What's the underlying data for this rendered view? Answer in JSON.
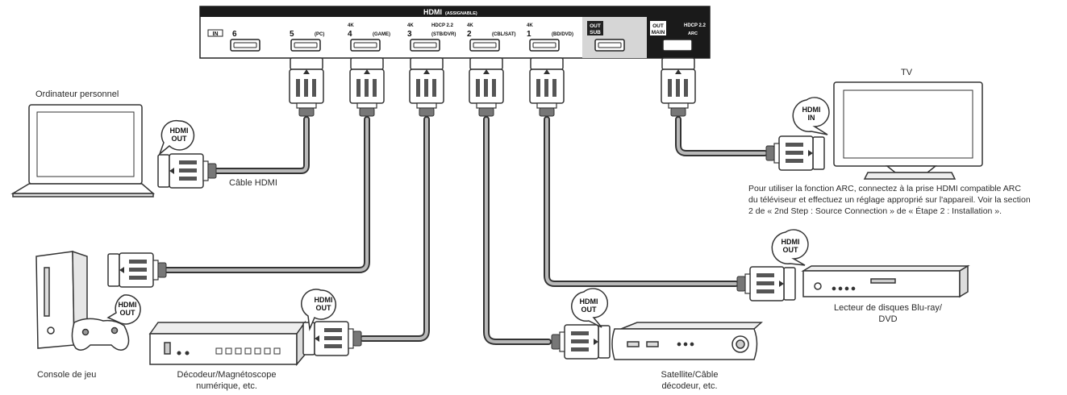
{
  "panel": {
    "title": "HDMI",
    "title_sub": "(ASSIGNABLE)",
    "in_label": "IN",
    "ports": [
      {
        "num": "6",
        "tag": "",
        "name": ""
      },
      {
        "num": "5",
        "tag": "",
        "name": "(PC)"
      },
      {
        "num": "4",
        "tag": "4K",
        "name": "(GAME)"
      },
      {
        "num": "3",
        "tag": "4K",
        "tag2": "HDCP 2.2",
        "name": "(STB/DVR)"
      },
      {
        "num": "2",
        "tag": "4K",
        "name": "(CBL/SAT)"
      },
      {
        "num": "1",
        "tag": "4K",
        "name": "(BD/DVD)"
      }
    ],
    "out_sub": [
      "OUT",
      "SUB"
    ],
    "out_main": [
      "OUT",
      "MAIN"
    ],
    "hdcp": "HDCP 2.2",
    "arc": "ARC"
  },
  "devices": {
    "pc": "Ordinateur personnel",
    "tv": "TV",
    "console": "Console de jeu",
    "decoder_line1": "Décodeur/Magnétoscope",
    "decoder_line2": "numérique, etc.",
    "satellite_line1": "Satellite/Câble",
    "satellite_line2": "décodeur, etc.",
    "bluray_line1": "Lecteur de disques Blu-ray/",
    "bluray_line2": "DVD"
  },
  "cable_label": "Câble HDMI",
  "bubbles": {
    "hdmi": "HDMI",
    "out": "OUT",
    "in": "IN"
  },
  "note": [
    "Pour utiliser la fonction ARC, connectez à la prise HDMI compatible ARC",
    "du téléviseur et effectuez un réglage approprié sur l'appareil. Voir la section",
    "2 de « 2nd Step : Source Connection » de « Étape 2 : Installation »."
  ]
}
